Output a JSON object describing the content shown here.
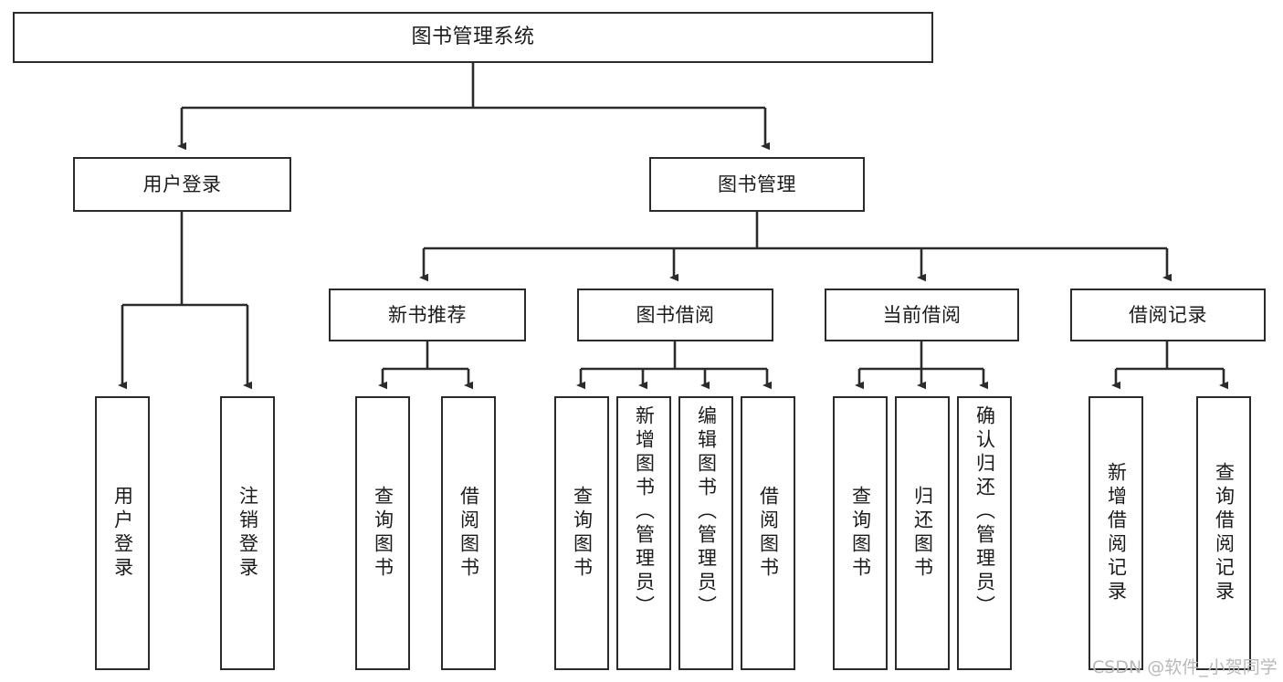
{
  "diagram": {
    "title": "图书管理系统",
    "type": "tree-hierarchy-chart",
    "watermark": "CSDN @软件_小贺同学",
    "colors": {
      "node_border": "#2b2b2b",
      "node_fill": "#ffffff",
      "edge": "#2b2b2b",
      "text": "#1b1b1b",
      "watermark": "#b9b9b9",
      "background": "#ffffff"
    },
    "nodes": {
      "root": {
        "label": "图书管理系统"
      },
      "level1": [
        {
          "id": "user-login",
          "label": "用户登录"
        },
        {
          "id": "book-manage",
          "label": "图书管理"
        }
      ],
      "level2": [
        {
          "id": "new-book-recommend",
          "label": "新书推荐"
        },
        {
          "id": "book-borrow",
          "label": "图书借阅"
        },
        {
          "id": "current-borrow",
          "label": "当前借阅"
        },
        {
          "id": "borrow-record",
          "label": "借阅记录"
        }
      ],
      "leaves": {
        "user_login": [
          {
            "id": "leaf-user-login",
            "label": "用户登录"
          },
          {
            "id": "leaf-logout-login",
            "label": "注销登录"
          }
        ],
        "new_book_recommend": [
          {
            "id": "leaf-query-book-1",
            "label": "查询图书"
          },
          {
            "id": "leaf-borrow-book-1",
            "label": "借阅图书"
          }
        ],
        "book_borrow": [
          {
            "id": "leaf-query-book-2",
            "label": "查询图书"
          },
          {
            "id": "leaf-add-book",
            "label": "新增图书（管理员）"
          },
          {
            "id": "leaf-edit-book",
            "label": "编辑图书（管理员）"
          },
          {
            "id": "leaf-borrow-book-2",
            "label": "借阅图书"
          }
        ],
        "current_borrow": [
          {
            "id": "leaf-query-book-3",
            "label": "查询图书"
          },
          {
            "id": "leaf-return-book",
            "label": "归还图书"
          },
          {
            "id": "leaf-confirm-return",
            "label": "确认归还（管理员）"
          }
        ],
        "borrow_record": [
          {
            "id": "leaf-add-record",
            "label": "新增借阅记录"
          },
          {
            "id": "leaf-query-record",
            "label": "查询借阅记录"
          }
        ]
      }
    }
  }
}
